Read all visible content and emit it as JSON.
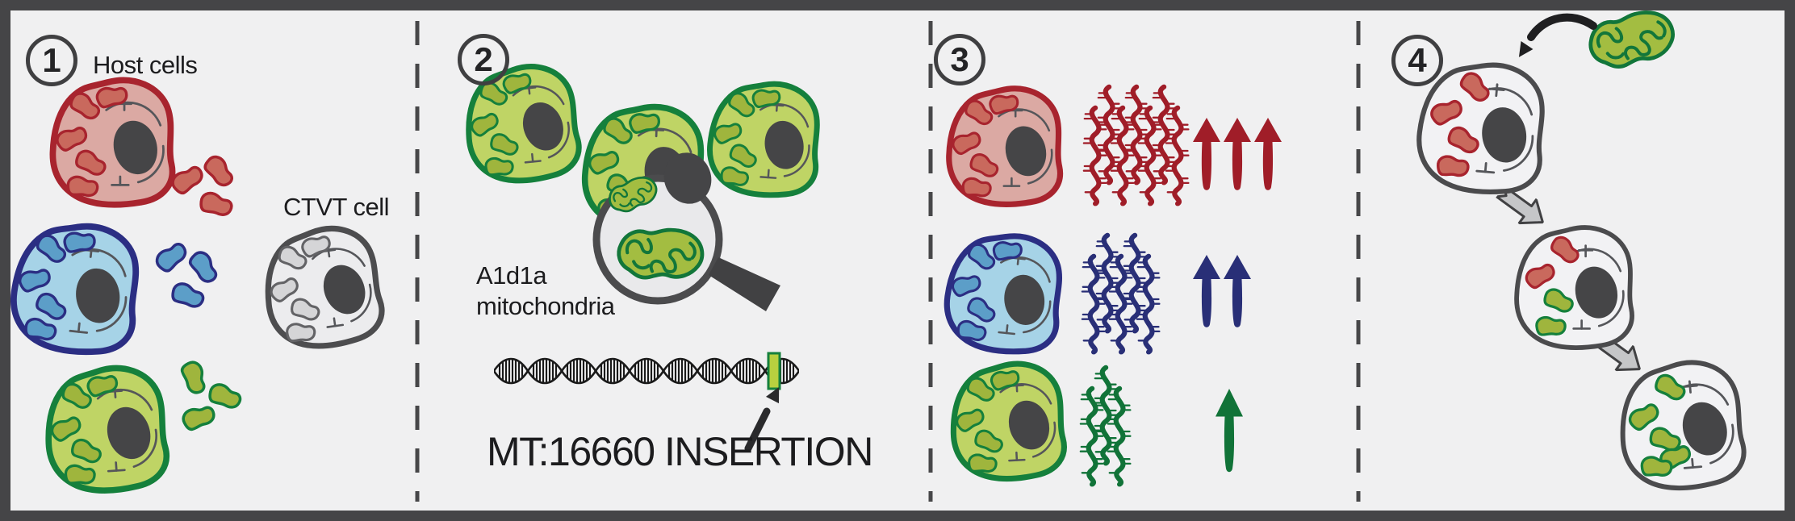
{
  "figure": {
    "panel_count": 4,
    "panel_badges": [
      "1",
      "2",
      "3",
      "4"
    ]
  },
  "panel1": {
    "badge": "1",
    "host_cells_label": "Host cells",
    "ctvt_cell_label": "CTVT cell",
    "host_cell_colors": [
      "red",
      "blue",
      "green"
    ],
    "free_mitochondria_per_cell": 3
  },
  "panel2": {
    "badge": "2",
    "mito_label_line1": "A1d1a",
    "mito_label_line2": "mitochondria",
    "insertion_label": "MT:16660 INSERTION",
    "green_cell_count": 3
  },
  "panel3": {
    "badge": "3",
    "groups": [
      {
        "cell": "red",
        "rna_strands": 7,
        "arrows": 3
      },
      {
        "cell": "blue",
        "rna_strands": 5,
        "arrows": 2
      },
      {
        "cell": "green",
        "rna_strands": 3,
        "arrows": 1
      }
    ]
  },
  "panel4": {
    "badge": "4",
    "sequence": [
      "host-mitochondria",
      "mixed-mitochondria",
      "a1d1a-mitochondria"
    ]
  },
  "colors": {
    "background": "#f0f0f1",
    "frame": "#454547",
    "text": "#1c1c1e",
    "nucleus": "#454547",
    "er_lines": "#55565a",
    "red_cell_border": "#a8242e",
    "red_cell_fill": "#dba9a3",
    "red_mitochondria": "#c9695d",
    "blue_cell_border": "#2b2e83",
    "blue_cell_fill": "#a6d3e7",
    "blue_mitochondria": "#5c9ec8",
    "green_cell_border": "#15803c",
    "green_cell_fill": "#bfd465",
    "green_mitochondria": "#9fb53d",
    "gray_cell_border": "#4d4d4f",
    "gray_cell_fill": "#ececee",
    "gray_mitochondria": "#d5d5d7",
    "arrow_red": "#a01d28",
    "arrow_blue": "#292f77",
    "arrow_green": "#117338",
    "detailed_mito_fill": "#a3bd41",
    "detailed_mito_border": "#12763a",
    "magnifier_glass": "#e9e9eb",
    "magnifier_rim": "#4b4b4d",
    "magnifier_handle": "#414143",
    "block_arrow_fill": "#c5c6c8",
    "block_arrow_border": "#414143",
    "dna": "#1a1a1a",
    "insertion_marker_fill": "#b8d03f",
    "insertion_marker_border": "#15803c",
    "panel4_cell_fill": "#f2f2f4",
    "panel4_cell_border": "#4b4b4d"
  }
}
